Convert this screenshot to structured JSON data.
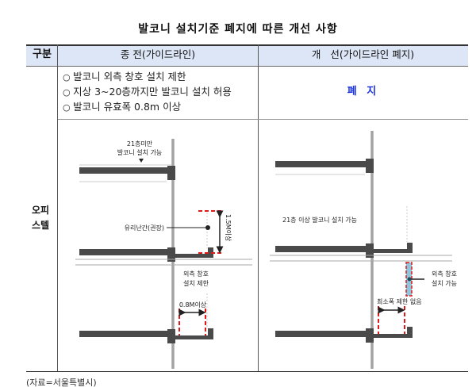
{
  "title": "발코니 설치기준 폐지에 따른 개선 사항",
  "table": {
    "headers": [
      "구분",
      "종 전(가이드라인)",
      "개   선(가이드라인 폐지)"
    ],
    "category": [
      "오피",
      "스텔"
    ],
    "before_bullets": [
      "발코니 외측 창호 설치 제한",
      "지상 3~20층까지만 발코니 설치 허용",
      "발코니 유효폭 0.8m 이상"
    ],
    "after_text": "폐 지"
  },
  "diagram_before": {
    "label_top": [
      "21층미만",
      "발코니 설치 가능"
    ],
    "label_railing": "유리난간(권장)",
    "label_height": "1.5M이상",
    "label_window": [
      "외측 창호",
      "설치 제한"
    ],
    "label_width": "0.8M이상"
  },
  "diagram_after": {
    "label_floor": "21층 이상 발코니 설치 가능",
    "label_window": [
      "외측 창호",
      "설치 가능"
    ],
    "label_width": "최소폭 제한 없음"
  },
  "colors": {
    "header_bg": "#dde6f6",
    "accent_blue": "#1a33e0",
    "dash_red": "#e01818",
    "window_blue": "#8ec5dc"
  },
  "source": "(자료=서울특별시)"
}
